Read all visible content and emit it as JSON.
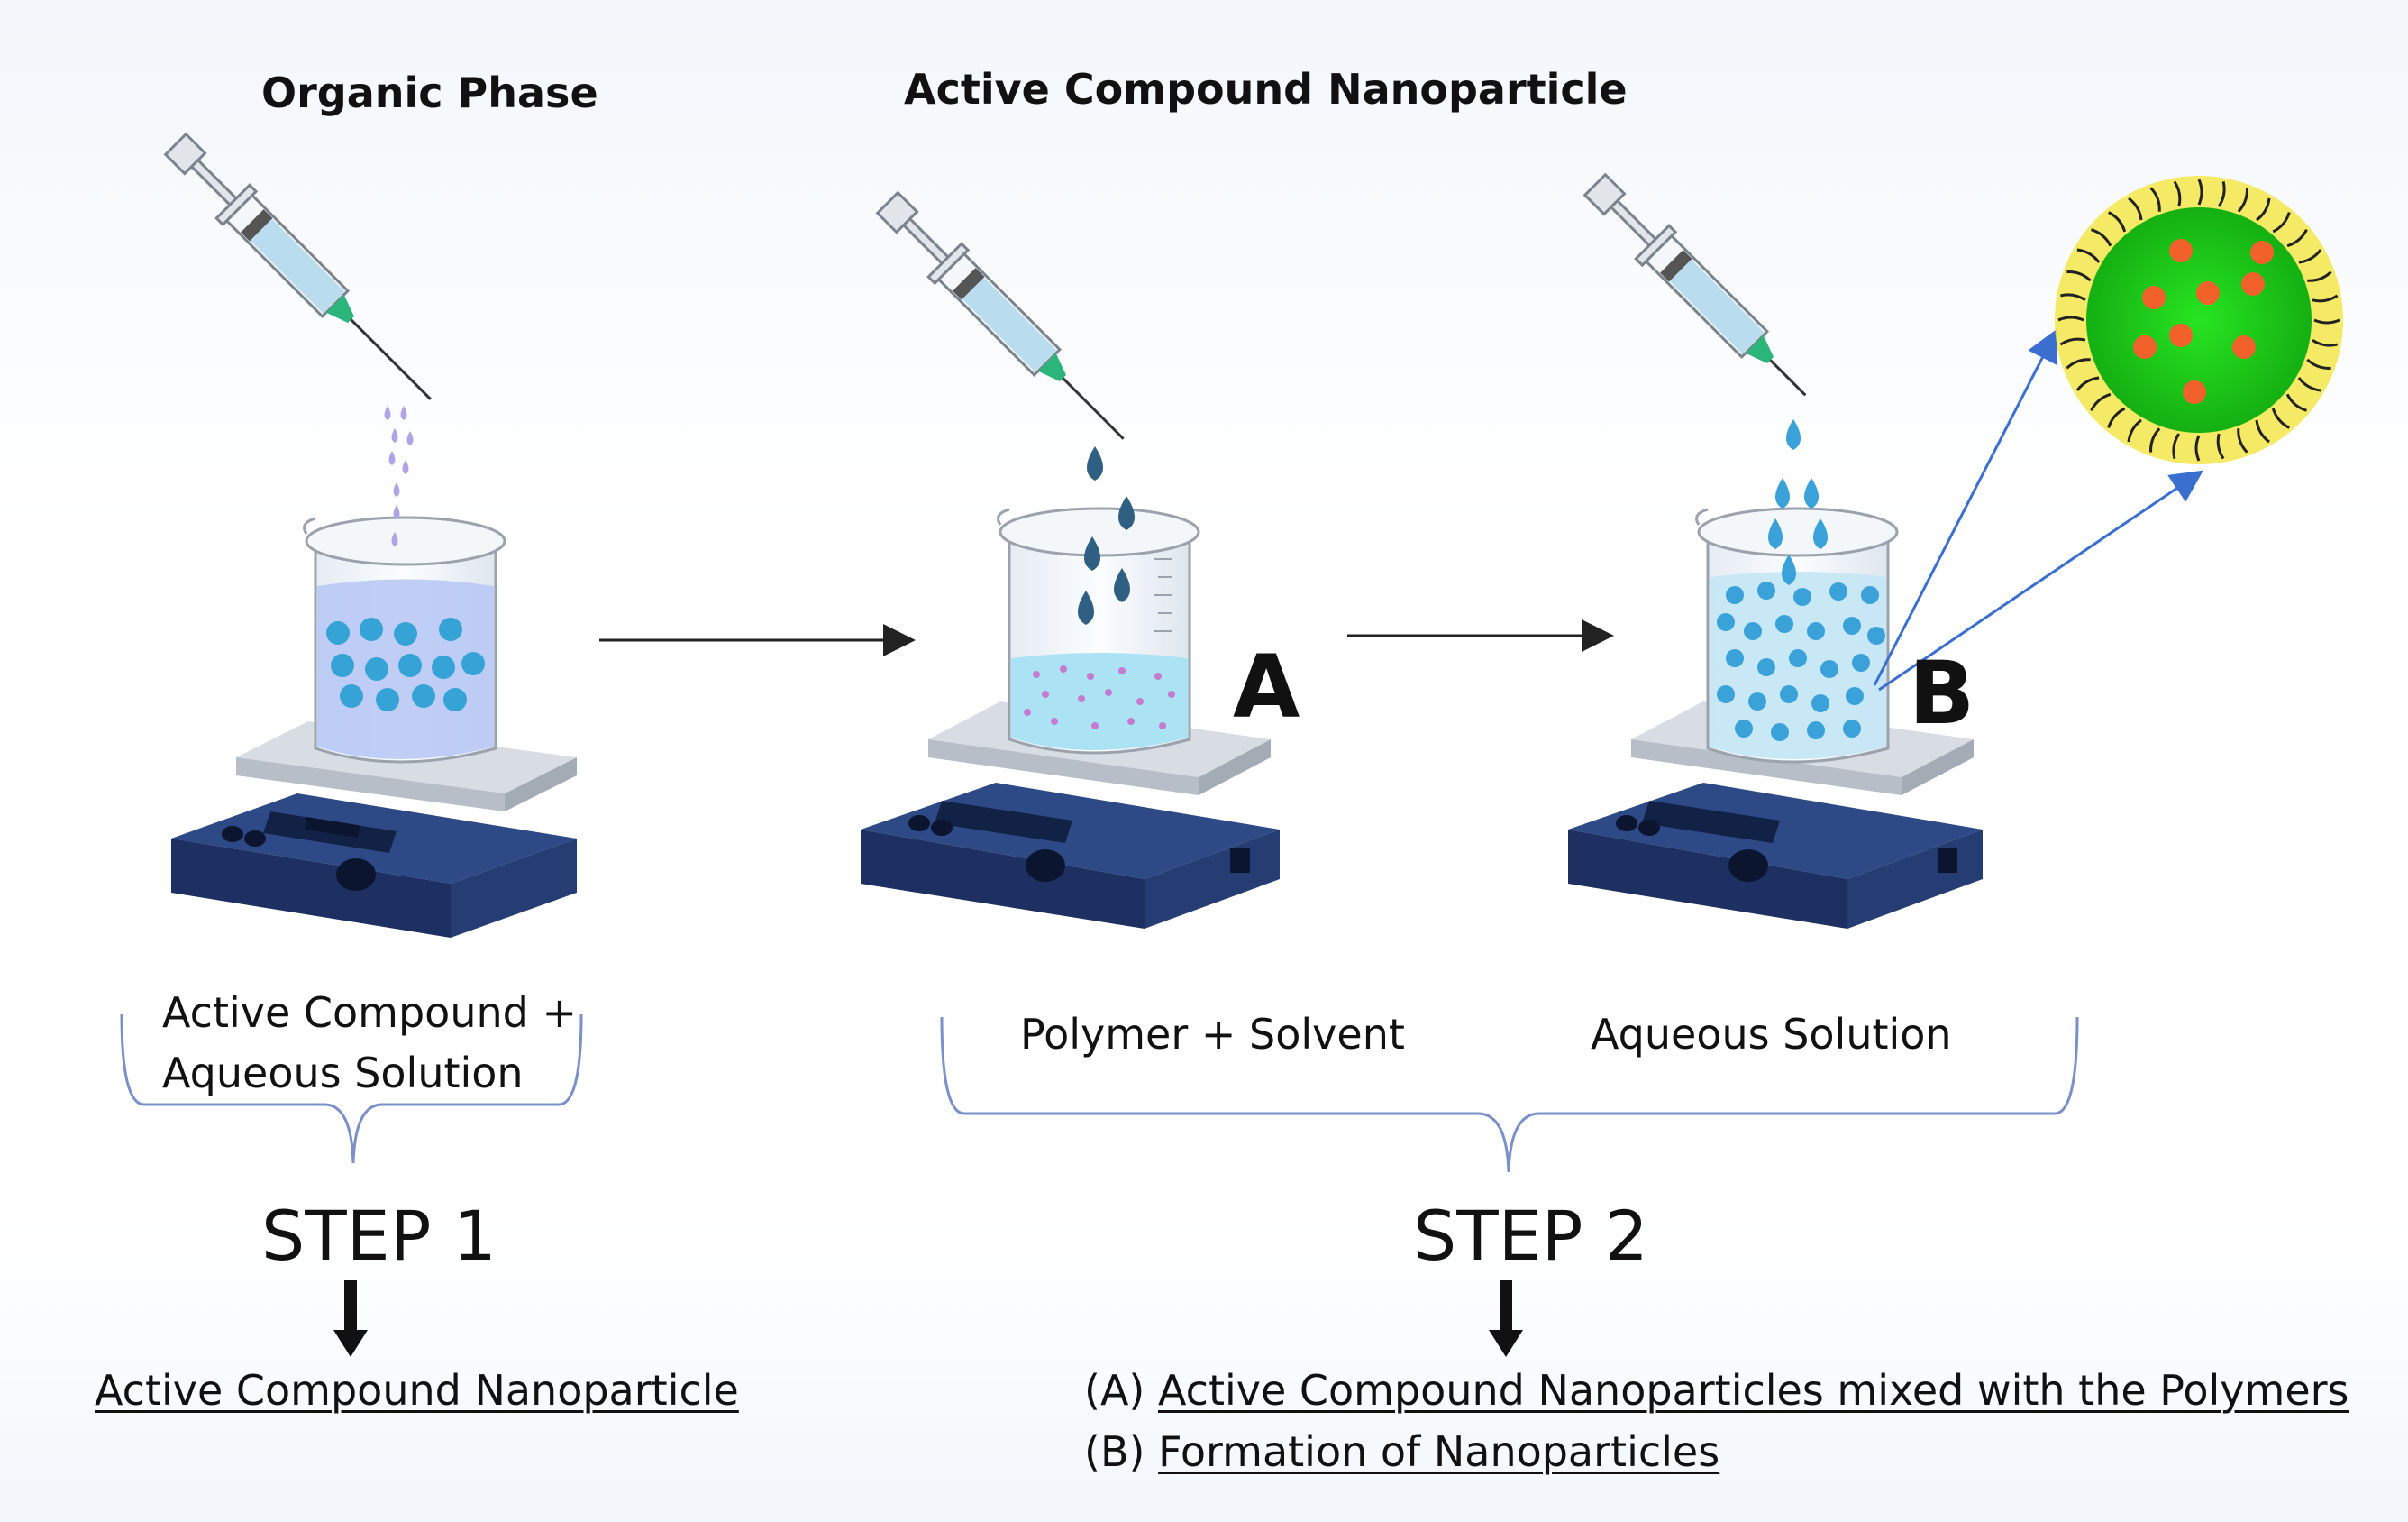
{
  "headers": {
    "organic_phase": "Organic Phase",
    "active_compound_nanoparticle": "Active Compound Nanoparticle"
  },
  "panel_labels": {
    "a": "A",
    "b": "B"
  },
  "step1": {
    "label": "STEP 1",
    "ingredients_line1": "Active Compound +",
    "ingredients_line2": "Aqueous Solution",
    "result": "Active Compound Nanoparticle"
  },
  "step2": {
    "label": "STEP 2",
    "ingredient_a": "Polymer + Solvent",
    "ingredient_b": "Aqueous Solution",
    "result_a_prefix": "(A)",
    "result_a": "Active Compound Nanoparticles mixed with the Polymers",
    "result_b_prefix": "(B)",
    "result_b": "Formation of Nanoparticles"
  },
  "colors": {
    "stirrer": "#2e4a86",
    "stirrer_dark": "#1d3061",
    "liquid": "#bcd6ff",
    "particle": "#36a3d6",
    "drop_dark": "#2f5f82",
    "drop_light": "#3aa2d8",
    "nanoparticle_core": "#22d11d",
    "nanoparticle_dot": "#f2612a",
    "nanoparticle_shell": "#f3e64a",
    "arrow": "#3a6fd0"
  }
}
